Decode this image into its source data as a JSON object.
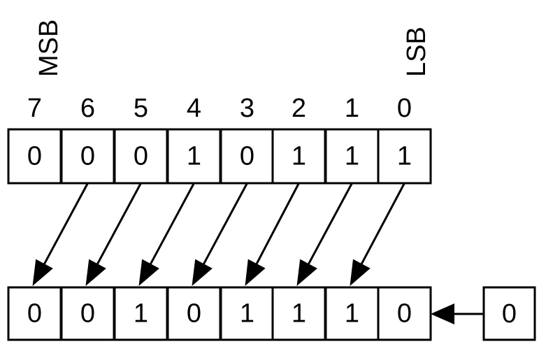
{
  "msb_label": "MSB",
  "lsb_label": "LSB",
  "bit_indices": [
    "7",
    "6",
    "5",
    "4",
    "3",
    "2",
    "1",
    "0"
  ],
  "original_bits": [
    "0",
    "0",
    "0",
    "1",
    "0",
    "1",
    "1",
    "1"
  ],
  "shifted_bits": [
    "0",
    "0",
    "1",
    "0",
    "1",
    "1",
    "1",
    "0"
  ],
  "shift_in_bit": "0"
}
